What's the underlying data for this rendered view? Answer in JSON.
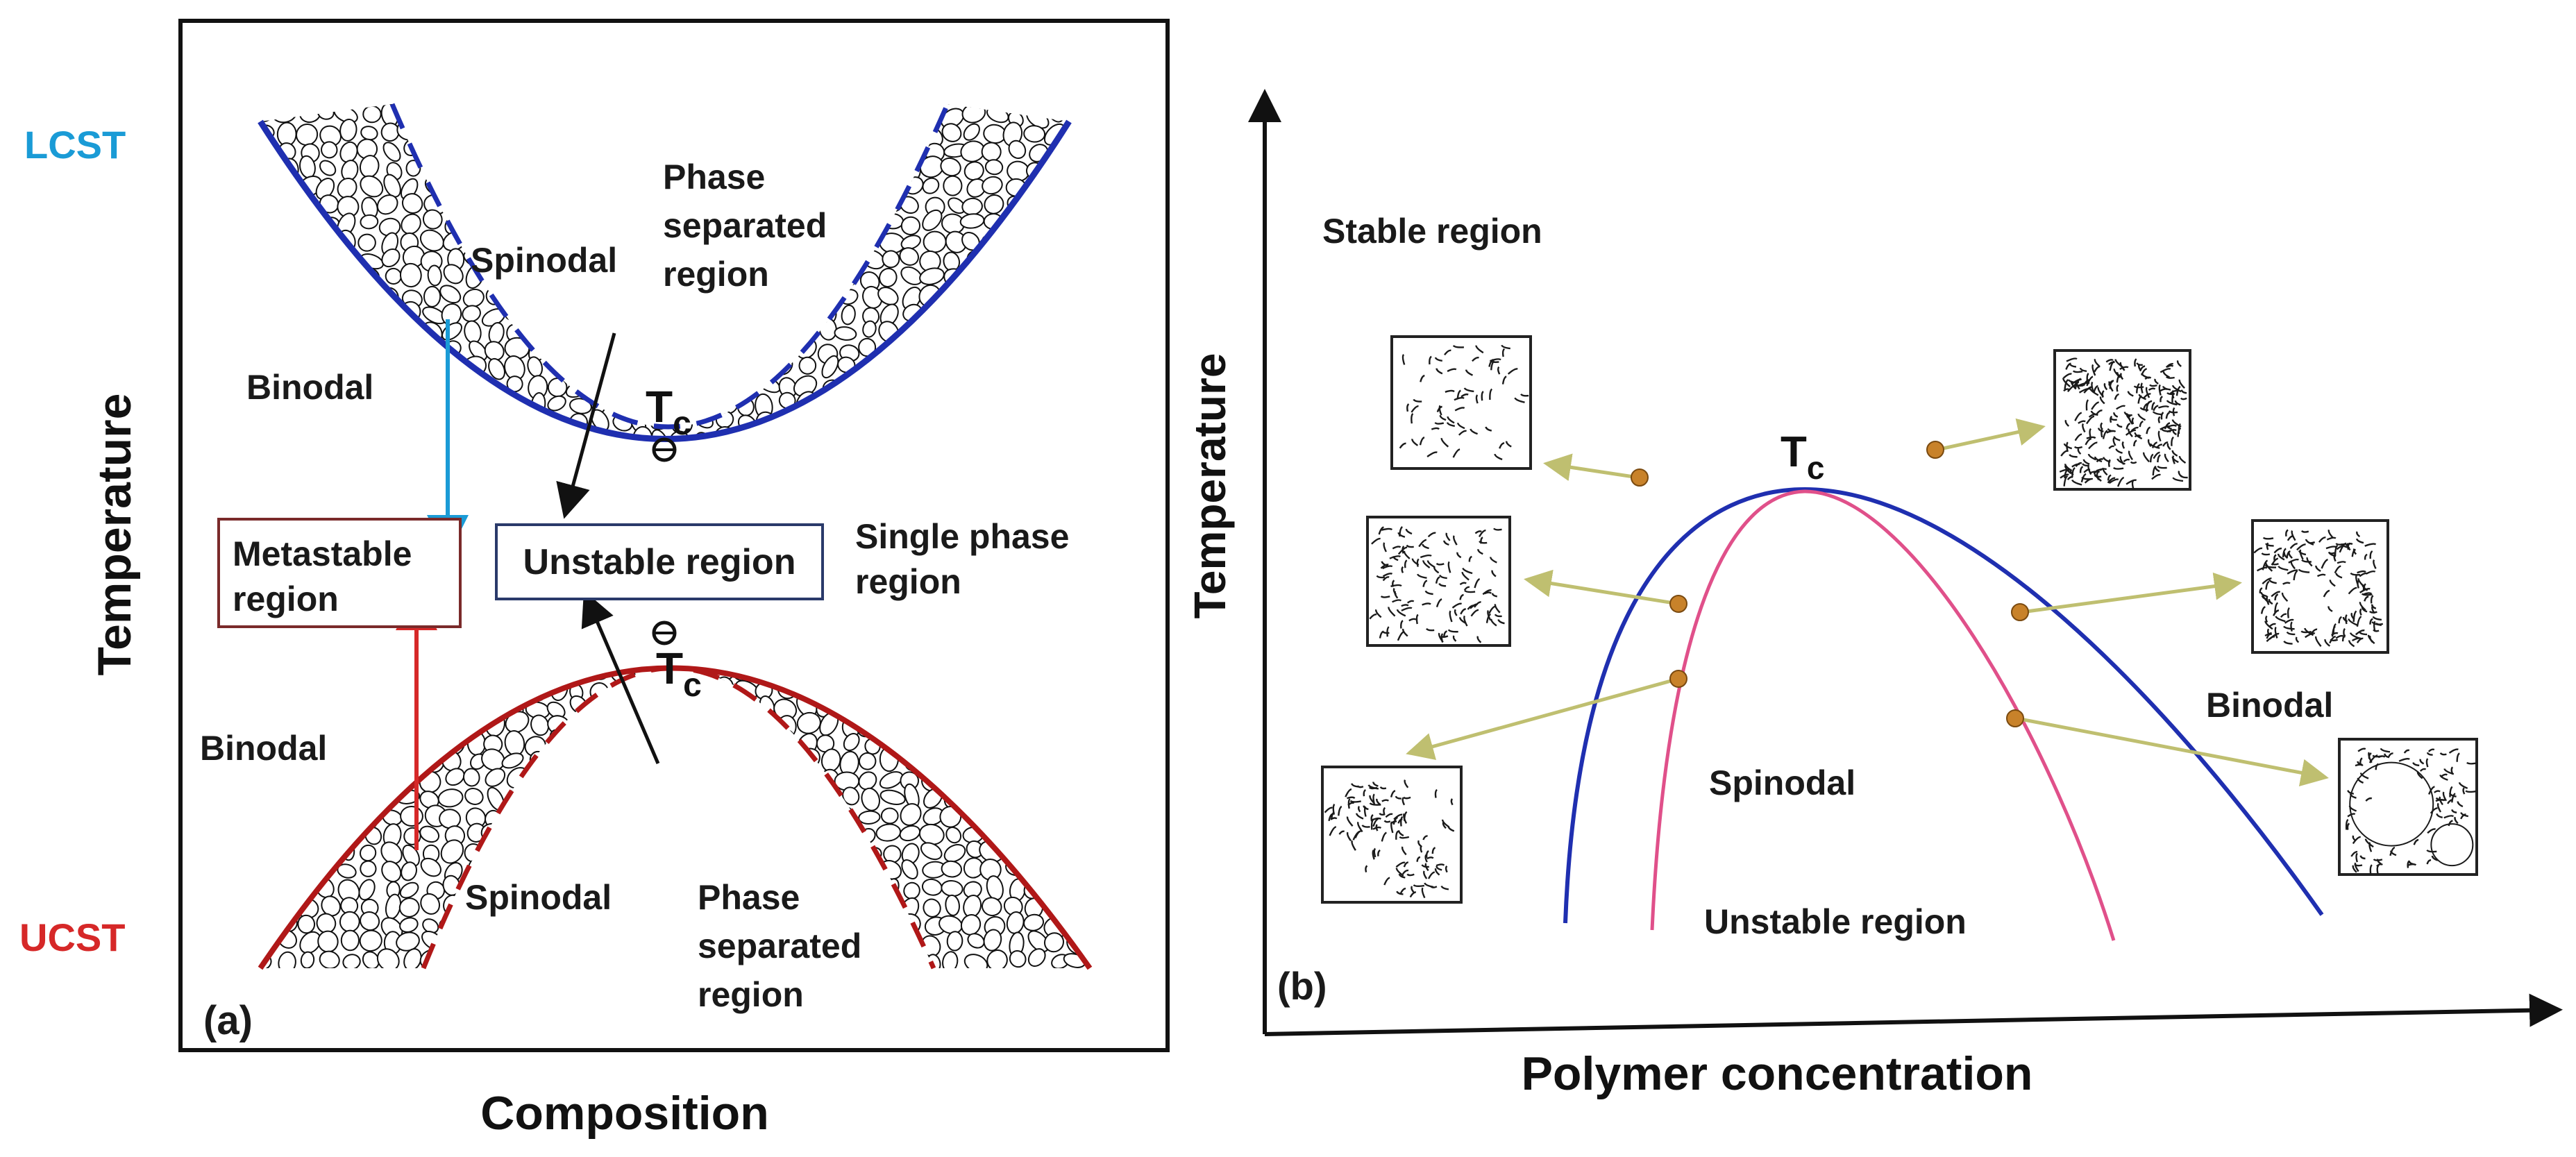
{
  "panel_a": {
    "lcst": "LCST",
    "ucst": "UCST",
    "y_axis": "Temperature",
    "x_axis": "Composition",
    "panel_label": "(a)",
    "top_phase_separated": [
      "Phase",
      "separated",
      "region"
    ],
    "top_spinodal": "Spinodal",
    "top_binodal": "Binodal",
    "tc_top": "T",
    "tc_top_sub": "c",
    "metastable": [
      "Metastable",
      "region"
    ],
    "unstable": "Unstable region",
    "single_phase": [
      "Single phase",
      "region"
    ],
    "tc_bottom": "T",
    "tc_bottom_sub": "c",
    "bottom_binodal": "Binodal",
    "bottom_spinodal": "Spinodal",
    "bottom_phase_separated": [
      "Phase",
      "separated",
      "region"
    ]
  },
  "panel_b": {
    "y_axis": "Temperature",
    "x_axis": "Polymer concentration",
    "panel_label": "(b)",
    "stable": "Stable region",
    "tc": "T",
    "tc_sub": "c",
    "binodal": "Binodal",
    "spinodal": "Spinodal",
    "unstable": "Unstable region"
  },
  "colors": {
    "lcst": "#1a9bd6",
    "ucst": "#d62828",
    "upper_curve": "#1f2fb0",
    "lower_curve": "#b01818",
    "binodal_b": "#1f2fb0",
    "spinodal_b": "#e0508a",
    "pointer_arrow": "#bfbf70",
    "marker": "#c8822a"
  }
}
